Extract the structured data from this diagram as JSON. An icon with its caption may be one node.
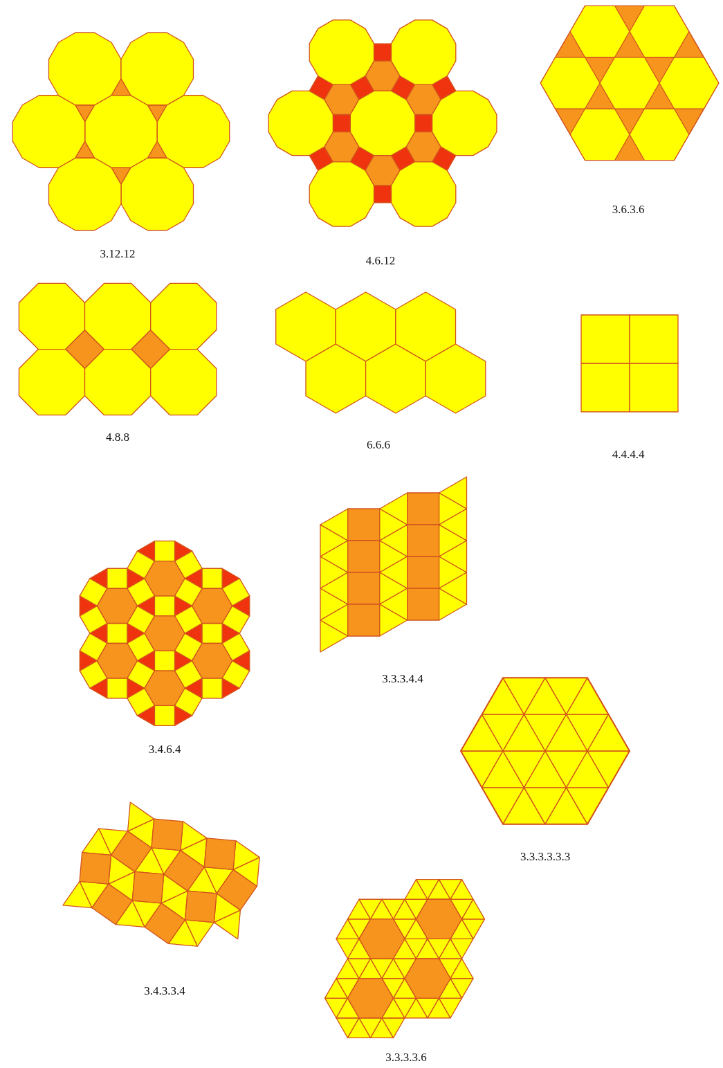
{
  "diagram": {
    "labels": [
      "3.12.12",
      "4.6.12",
      "3.6.3.6",
      "4.8.8",
      "6.6.6",
      "4.4.4.4",
      "3.3.3.4.4",
      "3.4.6.4",
      "3.3.3.3.3.3",
      "3.4.3.3.4",
      "3.3.3.3.6"
    ]
  }
}
